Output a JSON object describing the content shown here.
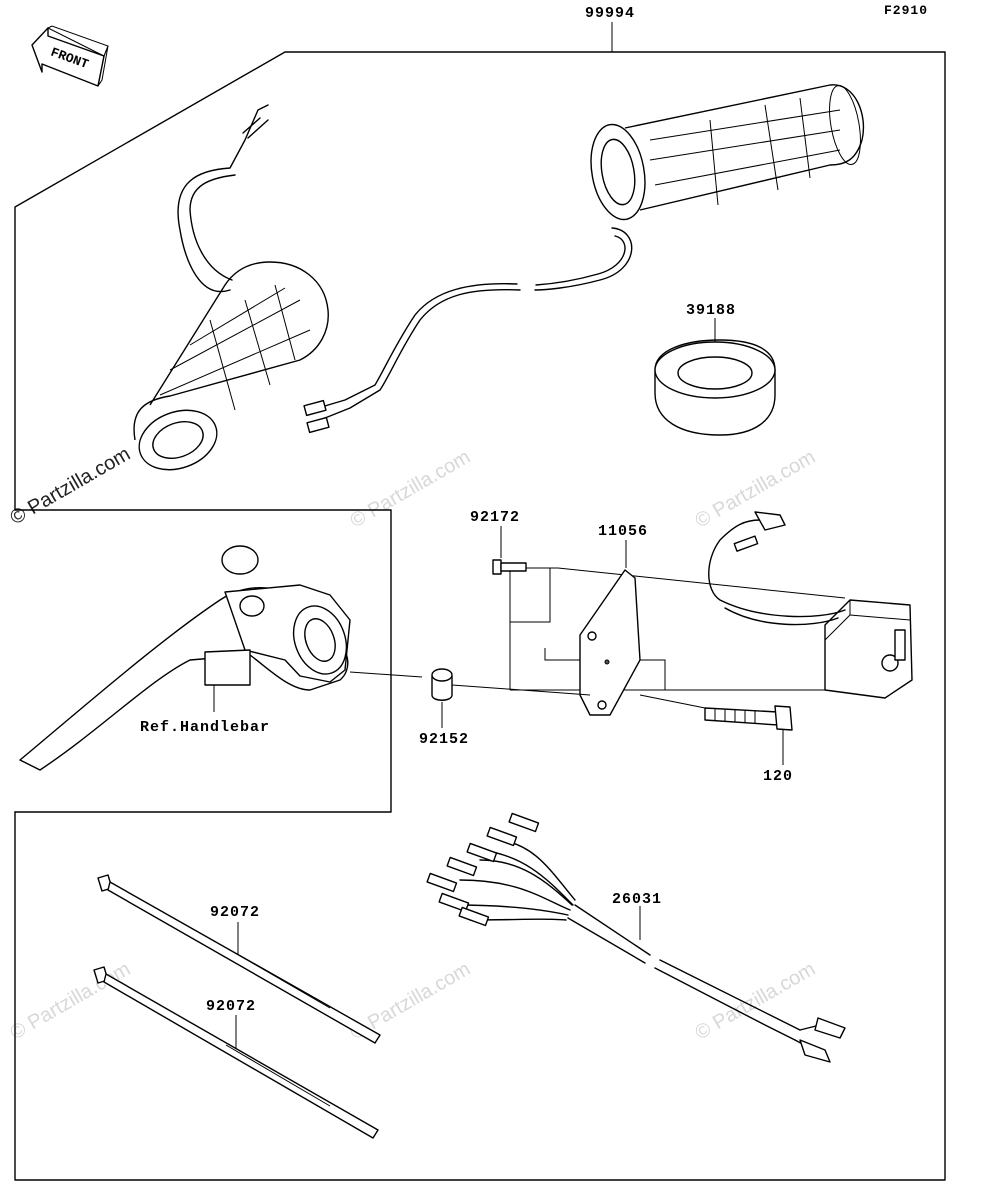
{
  "diagram_code": "F2910",
  "front_label": "FRONT",
  "watermark": "© Partzilla.com",
  "reference_note": "Ref.Handlebar",
  "parts": [
    {
      "number": "99994"
    },
    {
      "number": "39188"
    },
    {
      "number": "92172"
    },
    {
      "number": "11056"
    },
    {
      "number": "92152"
    },
    {
      "number": "120"
    },
    {
      "number": "26031"
    },
    {
      "number": "92072"
    },
    {
      "number": "92072"
    }
  ]
}
